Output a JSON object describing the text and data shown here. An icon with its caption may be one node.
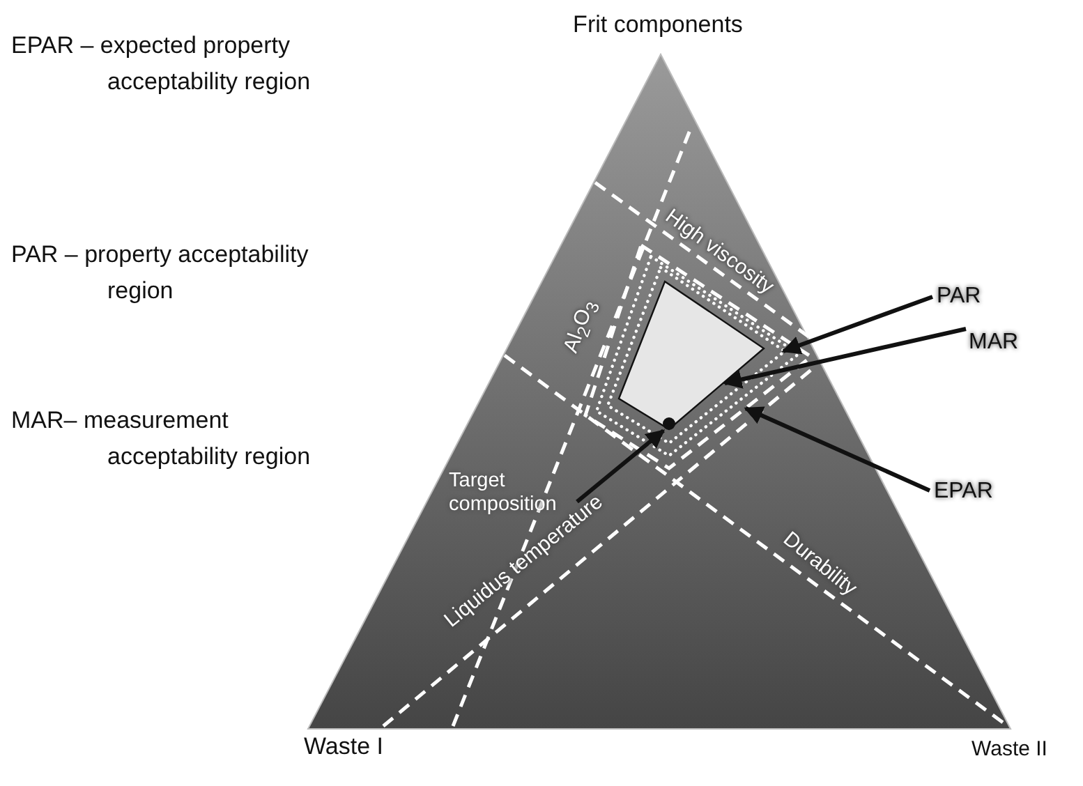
{
  "diagram": {
    "nodes": [
      {
        "text": [
          "PAR"
        ]
      },
      {
        "text": [
          "MAR"
        ]
      },
      {
        "text": [
          "EPAR"
        ]
      },
      {
        "text": [
          "Target composition"
        ]
      },
      {
        "text": [],
        "shape": "polygon"
      },
      {
        "text": [],
        "shape": "polygon",
        "in": 4
      },
      {
        "text": [],
        "shape": "polygon",
        "in": 5
      },
      {
        "text": [],
        "shape": "circle",
        "in": 6
      }
    ],
    "edges": [
      {
        "from": 0,
        "to": 5,
        "arrow": "to"
      },
      {
        "from": 1,
        "to": 6,
        "arrow": "to"
      },
      {
        "from": 2,
        "to": 4,
        "arrow": "to"
      },
      {
        "from": 3,
        "to": 7,
        "arrow": "to"
      }
    ],
    "labels": [
      "Frit components",
      "EPAR – expected property acceptability region",
      "PAR – property acceptability region",
      "High viscosity",
      "Al$_{2}$O$_{3}$",
      "MAR– measurement acceptability region",
      "Liquidus temperature",
      "Durability",
      "Waste I",
      "Waste II"
    ]
  }
}
